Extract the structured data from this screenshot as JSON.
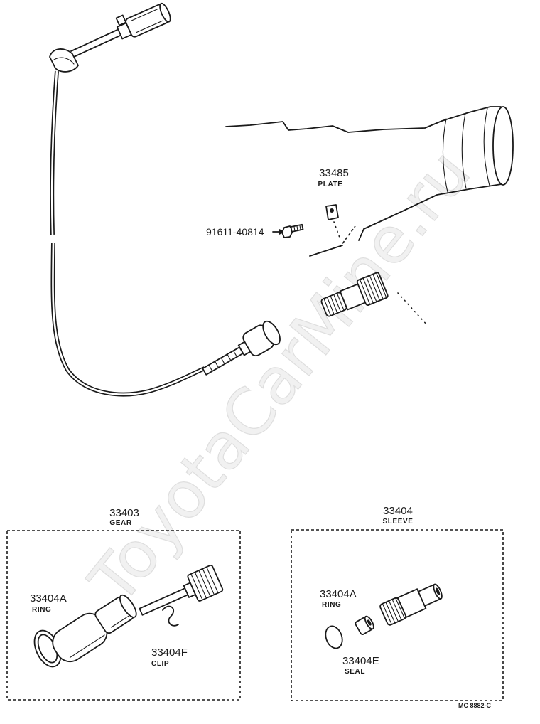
{
  "watermark": "ToyotaCarMine.ru",
  "labels": {
    "plate": {
      "part_no": "33485",
      "name": "PLATE"
    },
    "bolt": {
      "part_no": "91611-40814"
    },
    "gear": {
      "part_no": "33403",
      "name": "GEAR"
    },
    "sleeve": {
      "part_no": "33404",
      "name": "SLEEVE"
    },
    "ring_left": {
      "part_no": "33404A",
      "name": "RING"
    },
    "clip": {
      "part_no": "33404F",
      "name": "CLIP"
    },
    "ring_right": {
      "part_no": "33404A",
      "name": "RING"
    },
    "seal": {
      "part_no": "33404E",
      "name": "SEAL"
    }
  },
  "diagram_code": "MC 8882-C"
}
